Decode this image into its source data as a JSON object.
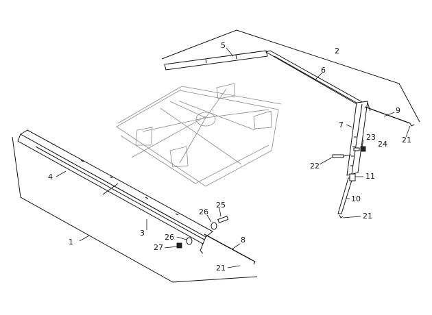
{
  "callouts": [
    {
      "id": "c1",
      "text": "1"
    },
    {
      "id": "c2",
      "text": "2"
    },
    {
      "id": "c3",
      "text": "3"
    },
    {
      "id": "c4",
      "text": "4"
    },
    {
      "id": "c5",
      "text": "5"
    },
    {
      "id": "c6",
      "text": "6"
    },
    {
      "id": "c7",
      "text": "7"
    },
    {
      "id": "c8",
      "text": "8"
    },
    {
      "id": "c9",
      "text": "9"
    },
    {
      "id": "c10",
      "text": "10"
    },
    {
      "id": "c11",
      "text": "11"
    },
    {
      "id": "c21a",
      "text": "21"
    },
    {
      "id": "c21b",
      "text": "21"
    },
    {
      "id": "c21c",
      "text": "21"
    },
    {
      "id": "c22",
      "text": "22"
    },
    {
      "id": "c23",
      "text": "23"
    },
    {
      "id": "c24",
      "text": "24"
    },
    {
      "id": "c25",
      "text": "25"
    },
    {
      "id": "c26a",
      "text": "26"
    },
    {
      "id": "c26b",
      "text": "26"
    },
    {
      "id": "c27",
      "text": "27"
    }
  ]
}
